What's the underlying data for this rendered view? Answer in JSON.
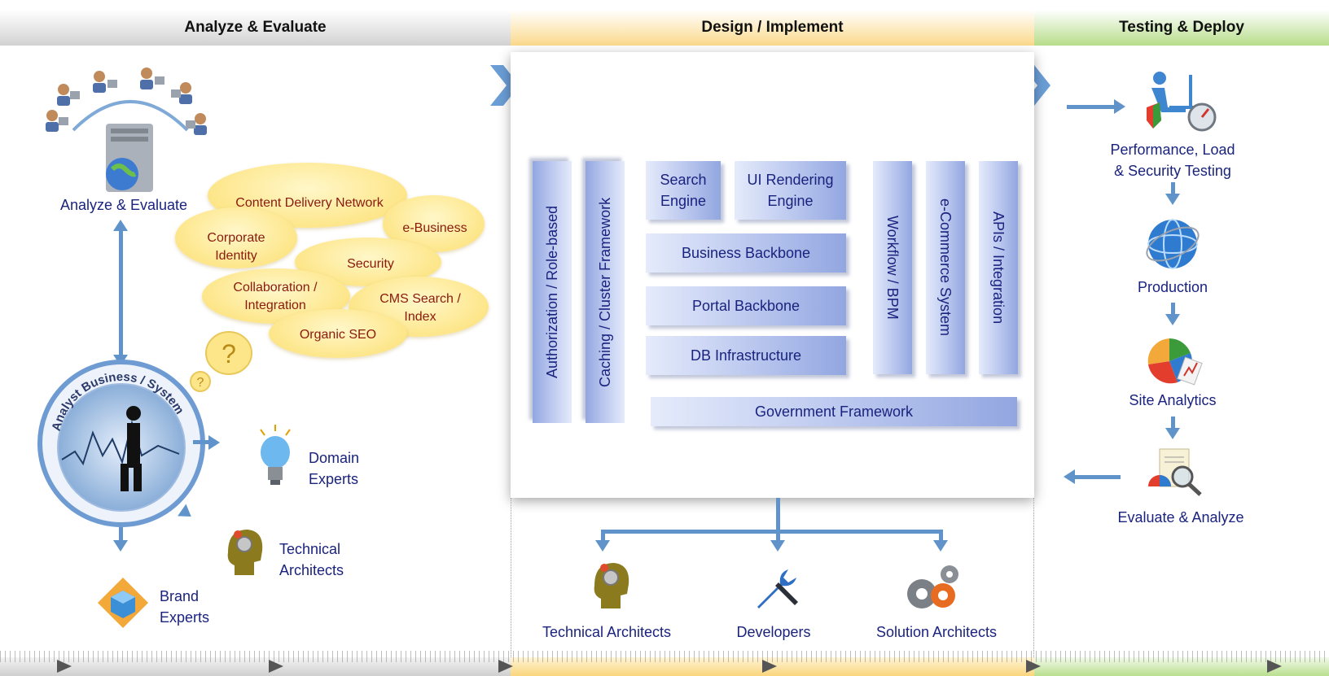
{
  "phases": {
    "analyze": "Analyze & Evaluate",
    "design": "Design / Implement",
    "testing": "Testing & Deploy"
  },
  "left": {
    "server_label": "Analyze & Evaluate",
    "analyst_ring_text": "Analyst Business / System",
    "domain_experts": [
      "Domain",
      "Experts"
    ],
    "technical_architects": [
      "Technical",
      "Architects"
    ],
    "brand_experts": [
      "Brand",
      "Experts"
    ],
    "clouds": {
      "cdn": "Content Delivery Network",
      "ebusiness": "e-Business",
      "corporate_identity": [
        "Corporate",
        "Identity"
      ],
      "security": "Security",
      "collaboration": [
        "Collaboration /",
        "Integration"
      ],
      "cms_search": [
        "CMS Search /",
        "Index"
      ],
      "organic_seo": "Organic SEO"
    },
    "question_mark": "?"
  },
  "design": {
    "authorization": "Authorization / Role-based",
    "caching": "Caching / Cluster Framework",
    "search_engine": [
      "Search",
      "Engine"
    ],
    "ui_rendering": [
      "UI Rendering",
      "Engine"
    ],
    "business_backbone": "Business Backbone",
    "portal_backbone": "Portal Backbone",
    "db_infrastructure": "DB Infrastructure",
    "workflow": "Workflow / BPM",
    "ecommerce": "e-Commerce System",
    "apis": "APIs / Integration",
    "government": "Government Framework",
    "roles": {
      "technical_architects": "Technical Architects",
      "developers": "Developers",
      "solution_architects": "Solution Architects"
    }
  },
  "testing": {
    "performance": [
      "Performance, Load",
      "& Security Testing"
    ],
    "production": "Production",
    "site_analytics": "Site Analytics",
    "evaluate": "Evaluate & Analyze"
  },
  "colors": {
    "text": "#1a237e",
    "cloud_text": "#8b1a0e",
    "arrow": "#5f93c9",
    "module": "#92a6e0"
  }
}
